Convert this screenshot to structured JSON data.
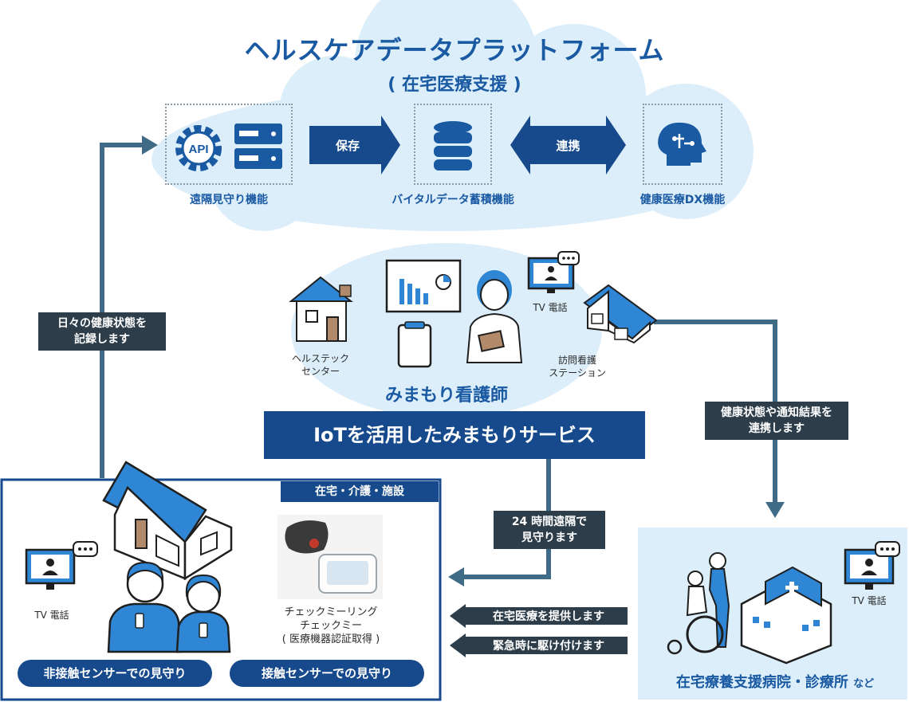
{
  "platform": {
    "title": "ヘルスケアデータプラットフォーム",
    "subtitle": "( 在宅医療支援 )",
    "remote_monitoring": "遠隔見守り機能",
    "vital_storage": "バイタルデータ蓄積機能",
    "health_dx": "健康医療DX機能",
    "save_label": "保存",
    "link_label": "連携",
    "api_text": "API"
  },
  "nurse": {
    "title": "みまもり看護師",
    "healthtech_center": "ヘルステック\nセンター",
    "visiting_station": "訪問看護\nステーション",
    "tv_phone": "TV 電話"
  },
  "service_banner": "IoTを活用したみまもりサービス",
  "left_note": "日々の健康状態を\n記録します",
  "right_note": "健康状態や通知結果を\n連携します",
  "remote_24h": "24 時間遠隔で\n見守ります",
  "home": {
    "tag": "在宅・介護・施設",
    "tv_phone": "TV 電話",
    "device_caption": "チェックミーリング\nチェックミー\n( 医療機器認証取得 )",
    "noncontact_sensor": "非接触センサーでの見守り",
    "contact_sensor": "接触センサーでの見守り"
  },
  "hospital": {
    "tv_phone": "TV 電話",
    "name": "在宅療養支援病院・診療所",
    "suffix": "など",
    "provide_care": "在宅医療を提供します",
    "emergency": "緊急時に駆け付けます"
  },
  "colors": {
    "navy": "#174a8c",
    "blue": "#1a5aa3",
    "light_blue_bg": "#dceefa",
    "dark_slate": "#2d3e4a",
    "flow_arrow": "#3f6b87"
  }
}
